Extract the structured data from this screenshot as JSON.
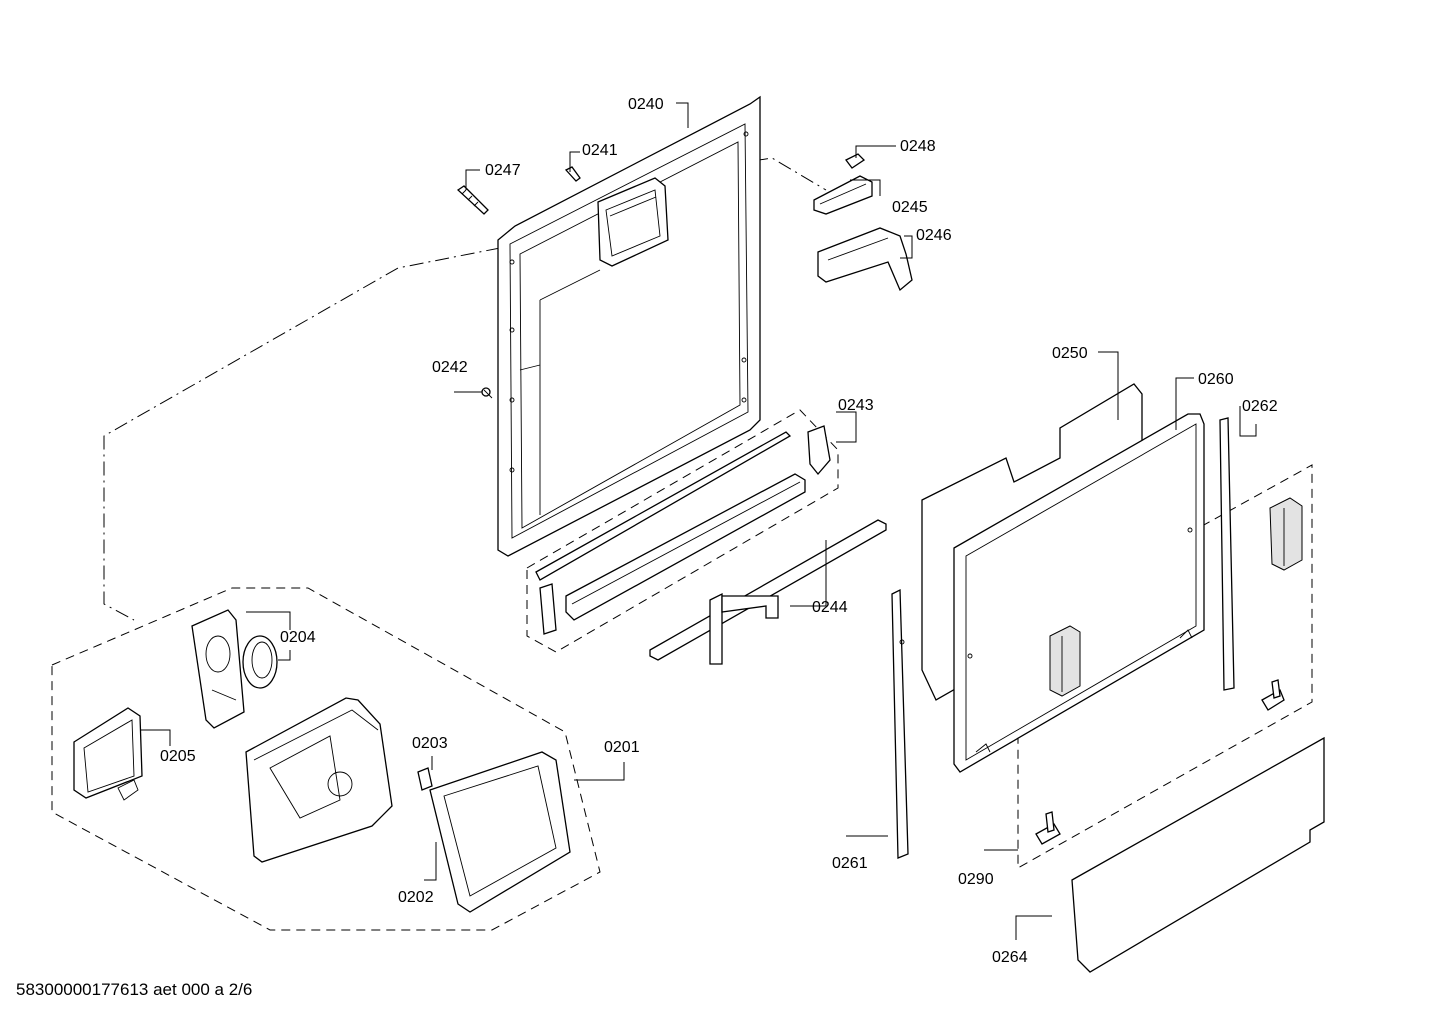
{
  "footer": {
    "document_id": "58300000177613 aet 000 a 2/6"
  },
  "parts": [
    {
      "id": "0240"
    },
    {
      "id": "0241"
    },
    {
      "id": "0247"
    },
    {
      "id": "0248"
    },
    {
      "id": "0245"
    },
    {
      "id": "0246"
    },
    {
      "id": "0242"
    },
    {
      "id": "0243"
    },
    {
      "id": "0244"
    },
    {
      "id": "0250"
    },
    {
      "id": "0260"
    },
    {
      "id": "0262"
    },
    {
      "id": "0204"
    },
    {
      "id": "0205"
    },
    {
      "id": "0203"
    },
    {
      "id": "0201"
    },
    {
      "id": "0202"
    },
    {
      "id": "0261"
    },
    {
      "id": "0290"
    },
    {
      "id": "0264"
    }
  ]
}
